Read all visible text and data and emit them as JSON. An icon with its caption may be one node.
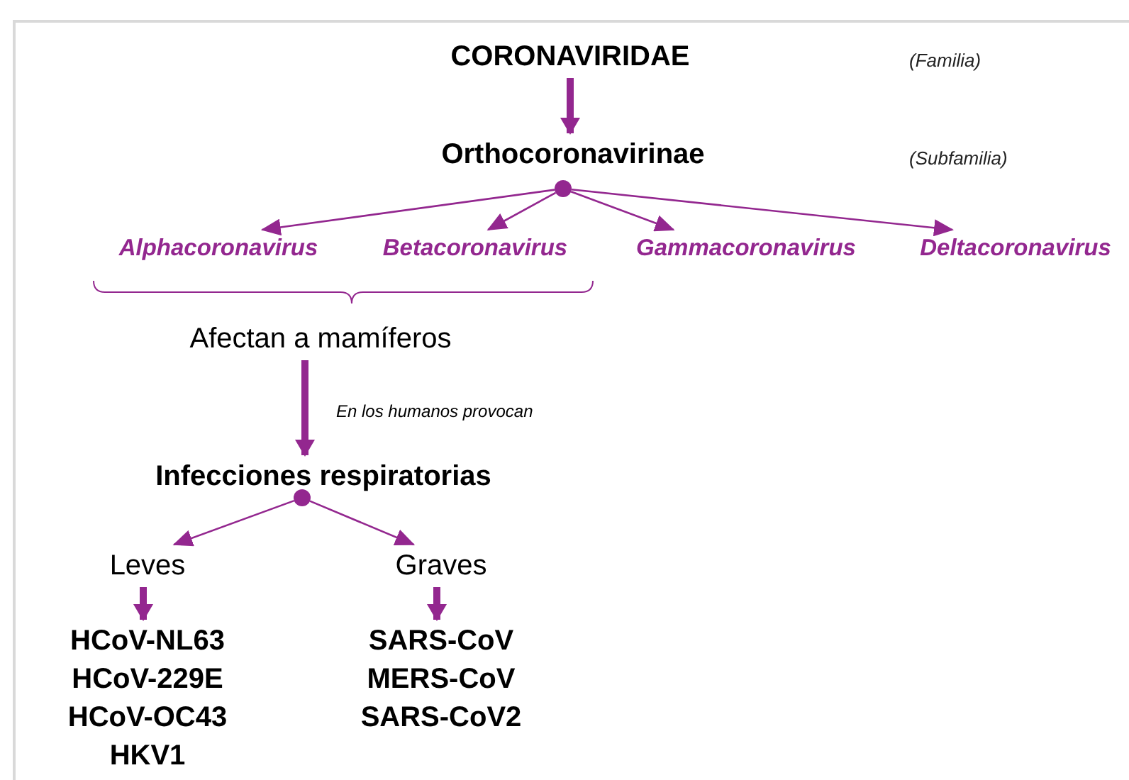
{
  "diagram": {
    "nodes": [
      {
        "text": [
          "CORONAVIRIDAE"
        ]
      },
      {
        "text": [
          "Orthocoronavirinae"
        ]
      },
      {
        "text": [],
        "shape": "circle"
      },
      {
        "text": [
          "Alphacoronavirus"
        ]
      },
      {
        "text": [
          "Betacoronavirus"
        ]
      },
      {
        "text": [
          "Gammacoronavirus"
        ]
      },
      {
        "text": [
          "Deltacoronavirus"
        ]
      },
      {
        "text": [
          "Afectan a mamíferos"
        ]
      },
      {
        "text": [
          "Infecciones respiratorias"
        ]
      },
      {
        "text": [],
        "shape": "circle"
      },
      {
        "text": [
          "Leves"
        ]
      },
      {
        "text": [
          "Graves"
        ]
      },
      {
        "text": [
          "HCoV-NL63",
          "HCoV-229E",
          "HCoV-OC43",
          "HKV1"
        ]
      },
      {
        "text": [
          "SARS-CoV",
          "MERS-CoV",
          "SARS-CoV2"
        ]
      }
    ],
    "edges": [
      {
        "from": 0,
        "to": 1,
        "arrow": "to",
        "style": "thick"
      },
      {
        "from": 2,
        "to": 3,
        "arrow": "to"
      },
      {
        "from": 2,
        "to": 4,
        "arrow": "to"
      },
      {
        "from": 2,
        "to": 5,
        "arrow": "to"
      },
      {
        "from": 2,
        "to": 6,
        "arrow": "to"
      },
      {
        "from": 7,
        "to": 8,
        "arrow": "to",
        "style": "thick",
        "label": "En los humanos provocan"
      },
      {
        "from": 9,
        "to": 10,
        "arrow": "to"
      },
      {
        "from": 9,
        "to": 11,
        "arrow": "to"
      },
      {
        "from": 10,
        "to": 12,
        "arrow": "to",
        "style": "thick"
      },
      {
        "from": 11,
        "to": 13,
        "arrow": "to",
        "style": "thick"
      }
    ],
    "labels": [
      "(Familia)",
      "(Subfamilia)"
    ]
  }
}
